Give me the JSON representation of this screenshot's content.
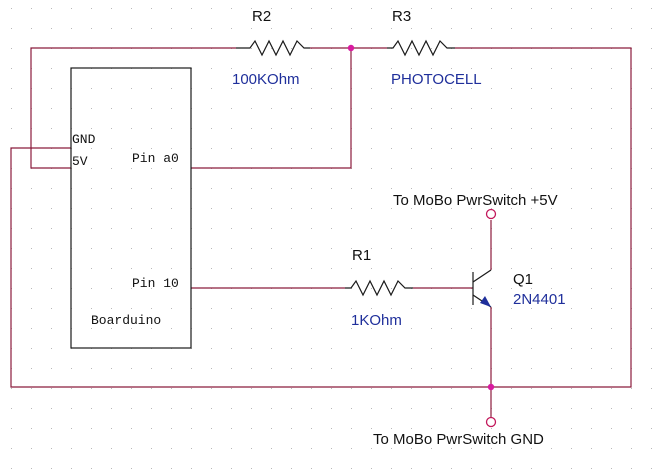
{
  "board": {
    "name": "Boarduino",
    "pins": {
      "gnd": "GND",
      "v5": "5V",
      "a0": "Pin a0",
      "p10": "Pin 10"
    }
  },
  "r1": {
    "ref": "R1",
    "value": "1KOhm"
  },
  "r2": {
    "ref": "R2",
    "value": "100KOhm"
  },
  "r3": {
    "ref": "R3",
    "value": "PHOTOCELL"
  },
  "q1": {
    "ref": "Q1",
    "value": "2N4401"
  },
  "terminals": {
    "top": "To MoBo PwrSwitch +5V",
    "bottom": "To MoBo PwrSwitch GND"
  },
  "colors": {
    "wire": "#8b1c3c",
    "junction": "#d81ba0",
    "label": "#1f2f9b"
  }
}
